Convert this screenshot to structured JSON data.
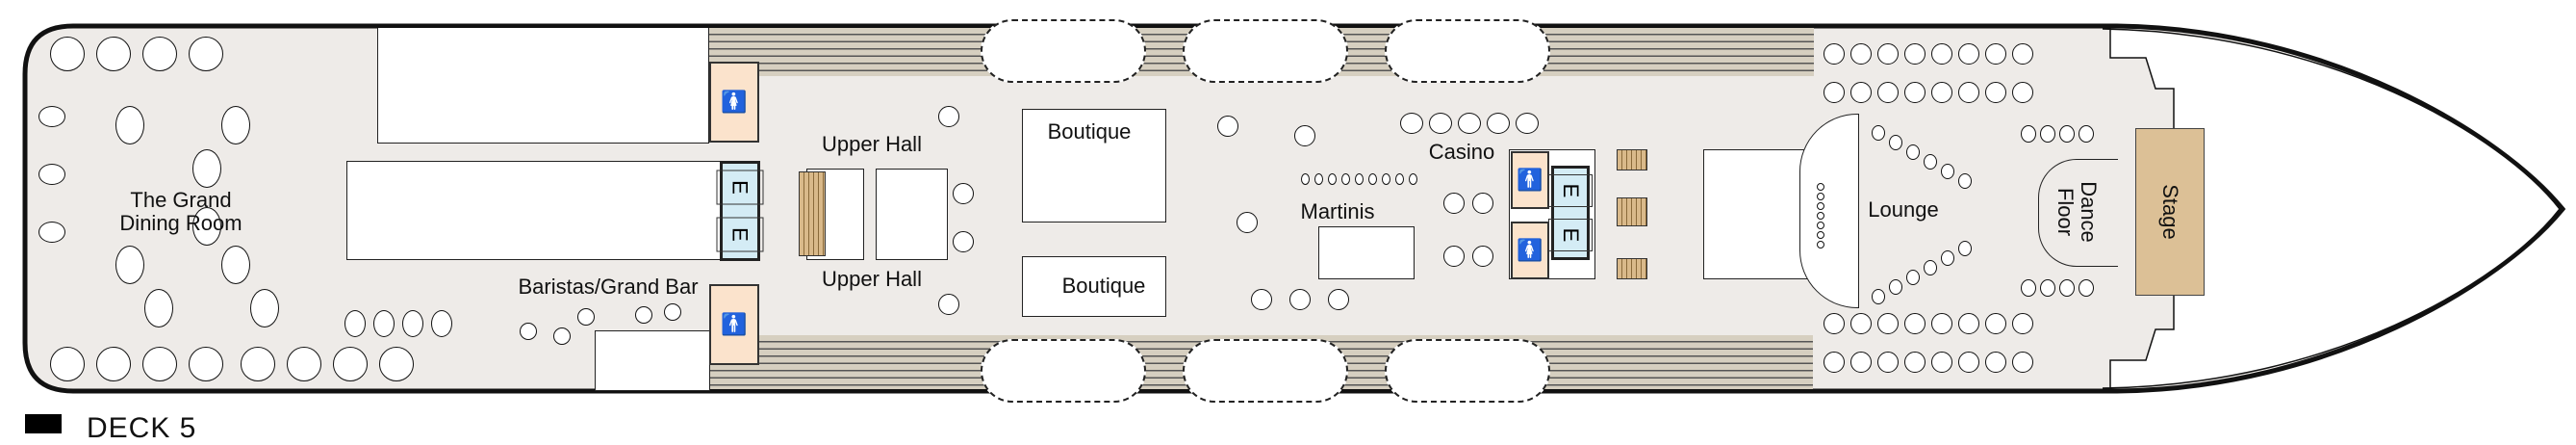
{
  "deck": {
    "label": "DECK 5"
  },
  "venues": {
    "dining_room": "The Grand\nDining Room",
    "baristas": "Baristas/Grand Bar",
    "upper_hall_top": "Upper Hall",
    "upper_hall_bottom": "Upper Hall",
    "boutique_top": "Boutique",
    "boutique_bottom": "Boutique",
    "martinis": "Martinis",
    "casino": "Casino",
    "lounge": "Lounge",
    "dance_floor": "Dance\nFloor",
    "stage": "Stage"
  },
  "symbols": {
    "elevator": "E",
    "restroom_women": "🚺",
    "restroom_men": "🚹"
  },
  "colors": {
    "floor": "#eeebe8",
    "wood_deck": "#d6cfc0",
    "restroom": "#fbe3cc",
    "elevator": "#d4ecf5",
    "stairs": "#d9b98a",
    "stage": "#dcc096"
  }
}
